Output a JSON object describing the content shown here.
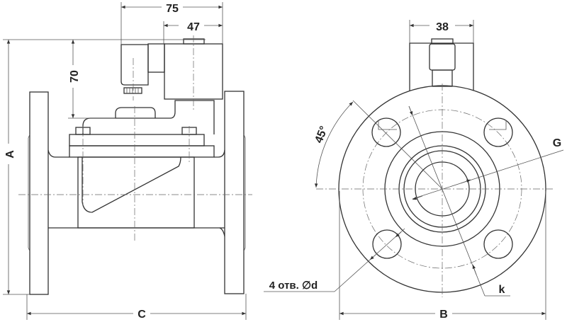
{
  "dimensions": {
    "coil_width": "75",
    "coil_offset": "47",
    "height_above_body": "70",
    "overall_height": "A",
    "face_to_face": "C",
    "bracket_width": "38",
    "angle": "45°",
    "thread": "G",
    "bolt_holes": "4 отв. ∅d",
    "bolt_circle": "k",
    "flange_diameter": "B"
  },
  "colors": {
    "line": "#333333",
    "background": "#ffffff"
  }
}
